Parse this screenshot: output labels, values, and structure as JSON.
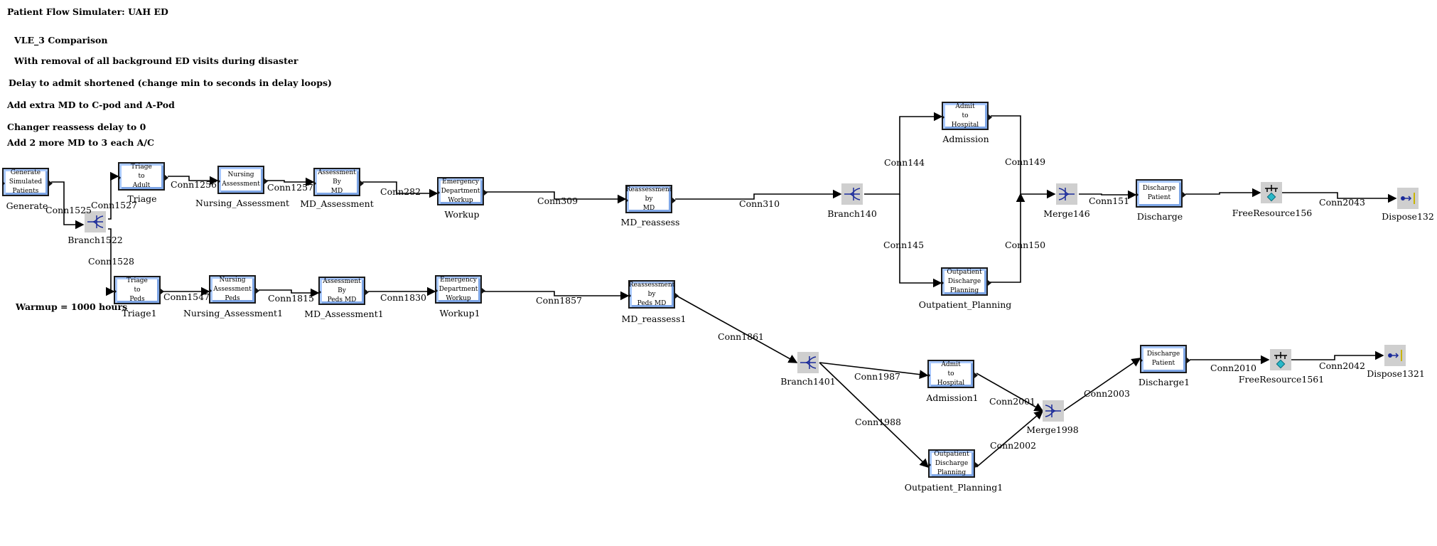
{
  "notes": {
    "title": "Patient Flow Simulater:  UAH ED",
    "line1": "VLE_3 Comparison",
    "line2": "With removal of all background ED visits during disaster",
    "line3": "Delay to admit shortened (change min to seconds in delay loops)",
    "line4": "Add extra MD to C-pod and A-Pod",
    "line5": "Changer reassess delay to 0",
    "line6": "Add 2 more MD to 3 each A/C",
    "warmup": "Warmup = 1000 hours"
  },
  "blocks": {
    "generate": {
      "text": "Generate\nSimulated\nPatients",
      "label": "Generate"
    },
    "triage": {
      "text": "Triage\nto\nAdult",
      "label": "Triage"
    },
    "nursing": {
      "text": "Nursing\nAssessment",
      "label": "Nursing_Assessment"
    },
    "md_assessment": {
      "text": "Assessment\nBy\nMD",
      "label": "MD_Assessment"
    },
    "workup": {
      "text": "Emergency\nDepartment\nWorkup",
      "label": "Workup"
    },
    "md_reassess": {
      "text": "Reassessment\nby\nMD",
      "label": "MD_reassess"
    },
    "admission": {
      "text": "Admit\nto\nHospital",
      "label": "Admission"
    },
    "outpatient": {
      "text": "Outpatient\nDischarge\nPlanning",
      "label": "Outpatient_Planning"
    },
    "discharge": {
      "text": "Discharge\nPatient",
      "label": "Discharge"
    },
    "triage1": {
      "text": "Triage\nto\nPeds",
      "label": "Triage1"
    },
    "nursing1": {
      "text": "Nursing\nAssessment\nPeds",
      "label": "Nursing_Assessment1"
    },
    "md_assessment1": {
      "text": "Assessment\nBy\nPeds MD",
      "label": "MD_Assessment1"
    },
    "workup1": {
      "text": "Emergency\nDepartment\nWorkup",
      "label": "Workup1"
    },
    "md_reassess1": {
      "text": "Reassessment\nby\nPeds MD",
      "label": "MD_reassess1"
    },
    "admission1": {
      "text": "Admit\nto\nHospital",
      "label": "Admission1"
    },
    "outpatient1": {
      "text": "Outpatient\nDischarge\nPlanning",
      "label": "Outpatient_Planning1"
    },
    "discharge1": {
      "text": "Discharge\nPatient",
      "label": "Discharge1"
    }
  },
  "icons": {
    "branch1522": {
      "label": "Branch1522",
      "icon": "branch-icon"
    },
    "branch140": {
      "label": "Branch140",
      "icon": "branch-icon"
    },
    "merge146": {
      "label": "Merge146",
      "icon": "merge-icon"
    },
    "freeresource156": {
      "label": "FreeResource156",
      "icon": "free-resource-icon"
    },
    "dispose132": {
      "label": "Dispose132",
      "icon": "dispose-icon"
    },
    "branch1401": {
      "label": "Branch1401",
      "icon": "branch-icon"
    },
    "merge1998": {
      "label": "Merge1998",
      "icon": "merge-icon"
    },
    "freeresource1561": {
      "label": "FreeResource1561",
      "icon": "free-resource-icon"
    },
    "dispose1321": {
      "label": "Dispose1321",
      "icon": "dispose-icon"
    }
  },
  "connections": {
    "c1525": "Conn1525",
    "c1527": "Conn1527",
    "c1528": "Conn1528",
    "c1256": "Conn1256",
    "c1257": "Conn1257",
    "c282": "Conn282",
    "c309": "Conn309",
    "c310": "Conn310",
    "c144": "Conn144",
    "c145": "Conn145",
    "c149": "Conn149",
    "c150": "Conn150",
    "c151": "Conn151",
    "c2043": "Conn2043",
    "c1547": "Conn1547",
    "c1815": "Conn1815",
    "c1830": "Conn1830",
    "c1857": "Conn1857",
    "c1861": "Conn1861",
    "c1987": "Conn1987",
    "c1988": "Conn1988",
    "c2001": "Conn2001",
    "c2002": "Conn2002",
    "c2003": "Conn2003",
    "c2010": "Conn2010",
    "c2042": "Conn2042"
  }
}
